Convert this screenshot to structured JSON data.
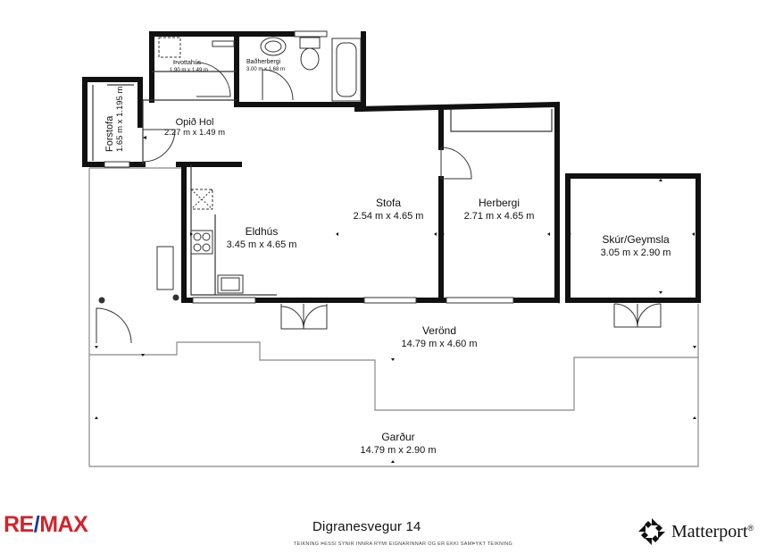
{
  "rooms": {
    "forstofa": {
      "name": "Forstofa",
      "dims": "1.65 m x 1.195 m"
    },
    "thvottahus": {
      "name": "Þvottahús",
      "dims": "1.90 m x 1.49 m"
    },
    "badherbergi": {
      "name": "Baðherbergi",
      "dims": "3.00 m x 1.68 m"
    },
    "opid_hol": {
      "name": "Opið Hol",
      "dims": "2.27 m x 1.49 m"
    },
    "stofa": {
      "name": "Stofa",
      "dims": "2.54 m x 4.65 m"
    },
    "herbergi": {
      "name": "Herbergi",
      "dims": "2.71 m x 4.65 m"
    },
    "eldhus": {
      "name": "Eldhús",
      "dims": "3.45 m x 4.65 m"
    },
    "skur": {
      "name": "Skúr/Geymsla",
      "dims": "3.05 m x 2.90 m"
    },
    "veronda": {
      "name": "Verönd",
      "dims": "14.79 m x 4.60 m"
    },
    "gardur": {
      "name": "Garður",
      "dims": "14.79 m x 2.90 m"
    }
  },
  "footer": {
    "address": "Digranesvegur 14",
    "disclaimer": "TEIKNING ÞESSI SÝNIR INNRA RÝMI EIGNARINNAR OG ER EKKI SAMÞYKT TEIKNING",
    "remax_logo": "RE/MAX",
    "matterport_logo": "Matterport",
    "matterport_registered": "®"
  },
  "colors": {
    "wall": "#111111",
    "outline": "#888888",
    "remax_red": "#d2232a",
    "remax_blue": "#1c3f94"
  }
}
